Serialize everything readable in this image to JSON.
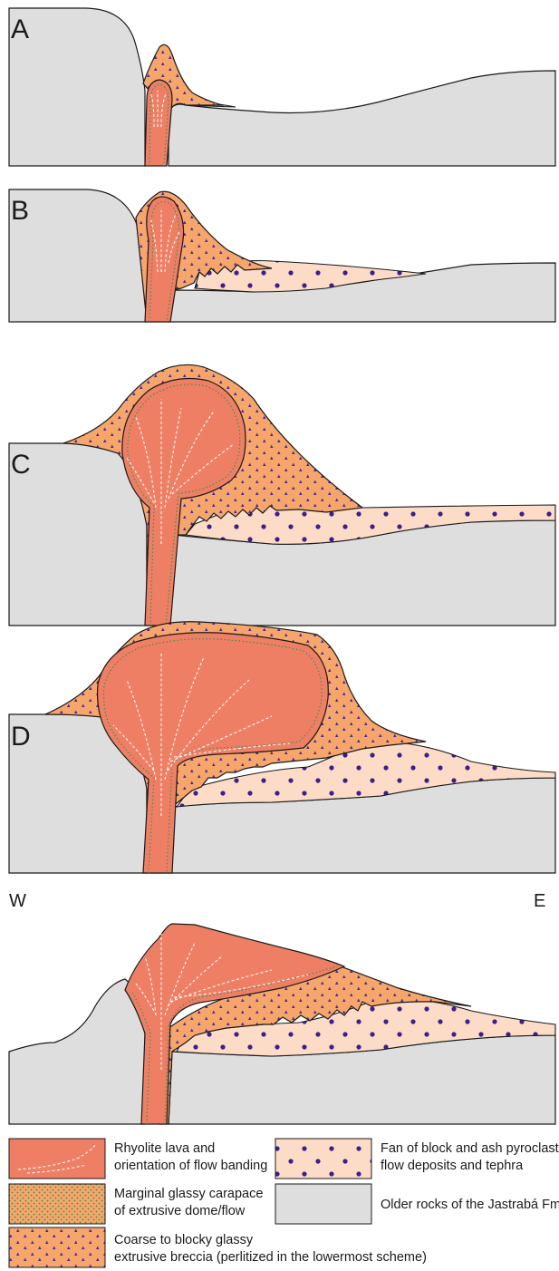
{
  "panels": {
    "a": {
      "label": "A"
    },
    "b": {
      "label": "B"
    },
    "c": {
      "label": "C"
    },
    "d": {
      "label": "D"
    }
  },
  "directions": {
    "west": "W",
    "east": "E"
  },
  "legend": {
    "rhyolite": {
      "line1": "Rhyolite lava and",
      "line2": "orientation of flow banding"
    },
    "carapace": {
      "line1": "Marginal glassy carapace",
      "line2": "of extrusive dome/flow"
    },
    "breccia": {
      "line1": "Coarse to blocky glassy",
      "line2": "extrusive breccia (perlitized in the lowermost scheme)"
    },
    "fan": {
      "line1": "Fan of block and ash pyroclastic",
      "line2": "flow deposits and tephra"
    },
    "older": {
      "line1": "Older rocks of the Jastrabá Fm."
    }
  },
  "colors": {
    "rhyolite": "#ee7f65",
    "breccia": "#f6a66b",
    "fan": "#fcdcc7",
    "older": "#dedede",
    "triangle": "#4b2a9b",
    "dot": "#3d1e8a",
    "carapace_dot": "#3f8f4a",
    "outline": "#1a1a1a"
  }
}
